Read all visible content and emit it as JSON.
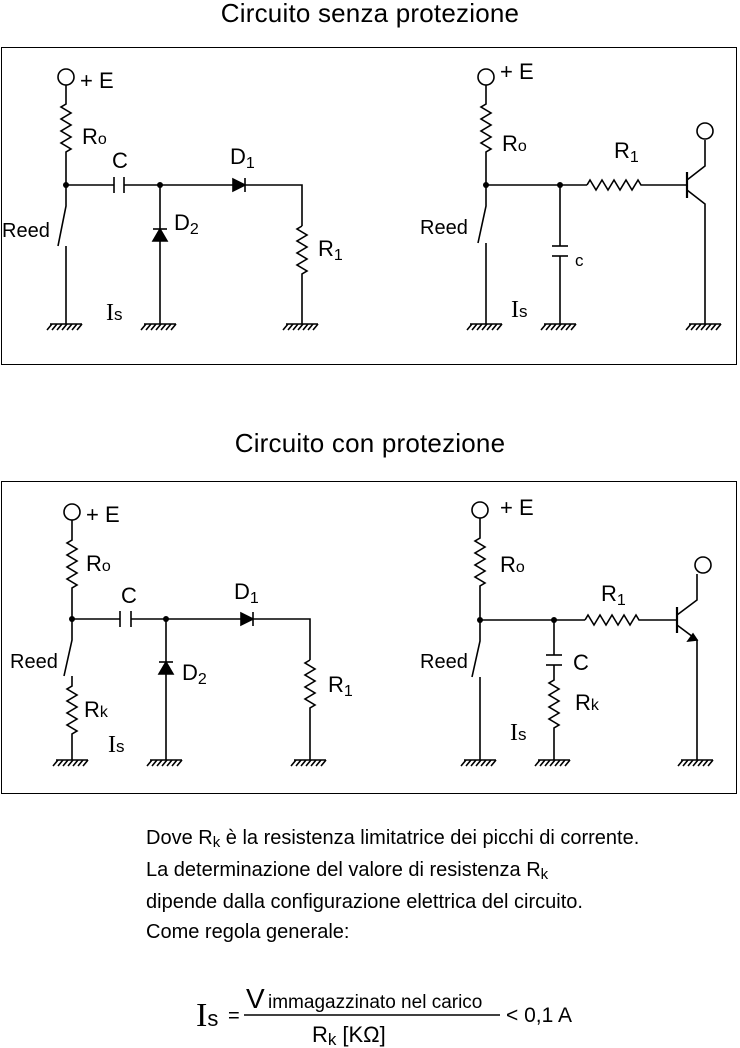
{
  "titles": {
    "top": "Circuito senza protezione",
    "bottom": "Circuito con protezione"
  },
  "labels": {
    "plus_e": "+ E",
    "r": "R",
    "o": "o",
    "k": "k",
    "one": "1",
    "two": "2",
    "c_upper": "C",
    "c_lower": "c",
    "d": "D",
    "reed": "Reed",
    "i": "I",
    "s": "s"
  },
  "note": {
    "line1_pre": "Dove R",
    "line1_sub": "k",
    "line1_post": " è la resistenza limitatrice dei picchi di corrente.",
    "line2_pre": "La determinazione del valore di resistenza R",
    "line2_sub": "k",
    "line3": "dipende dalla configurazione elettrica del circuito.",
    "line4": "Come regola generale:"
  },
  "formula": {
    "lhs_i": "I",
    "lhs_s": "s",
    "equals": "=",
    "numerator_v": "V",
    "numerator_text": "immagazzinato nel carico",
    "denominator_r": "R",
    "denominator_k": "k",
    "denominator_unit": "[KΩ]",
    "comparison": "< 0,1 A"
  }
}
